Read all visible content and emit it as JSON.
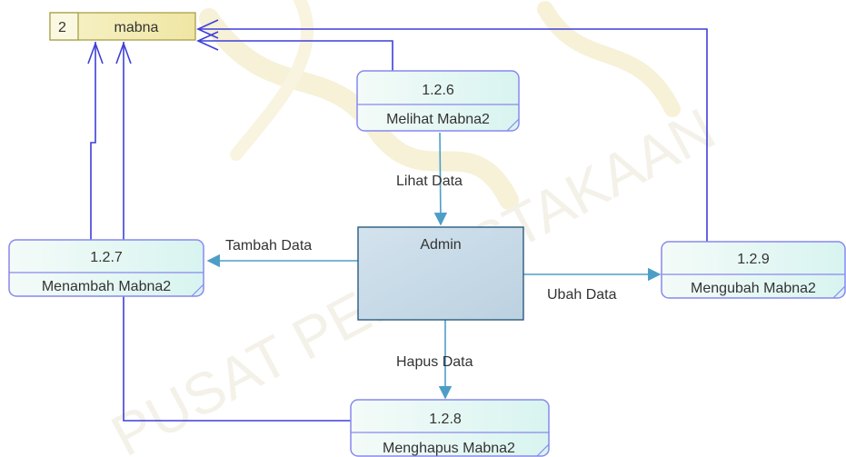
{
  "diagram": {
    "data_store": {
      "id": "2",
      "name": "mabna"
    },
    "external_entity": {
      "name": "Admin"
    },
    "processes": [
      {
        "number": "1.2.6",
        "name": "Melihat Mabna2"
      },
      {
        "number": "1.2.7",
        "name": "Menambah Mabna2"
      },
      {
        "number": "1.2.8",
        "name": "Menghapus Mabna2"
      },
      {
        "number": "1.2.9",
        "name": "Mengubah Mabna2"
      }
    ],
    "flows": {
      "lihat": "Lihat Data",
      "tambah": "Tambah Data",
      "hapus": "Hapus Data",
      "ubah": "Ubah Data"
    }
  },
  "watermark": {
    "text": "PUSAT PERPUSTAKAAN",
    "color": "#e9e3d3"
  },
  "colors": {
    "process_border": "#8888ee",
    "process_fill_top": "#eaf8f2",
    "process_fill_bottom": "#d8f2ec",
    "entity_fill": "#c7d9e6",
    "entity_border": "#2b5a7e",
    "store_fill": "#f3eeb4",
    "store_border": "#a09a3c",
    "arrow_blue": "#4d9ec6",
    "line_indigo": "#3f3fd9"
  }
}
